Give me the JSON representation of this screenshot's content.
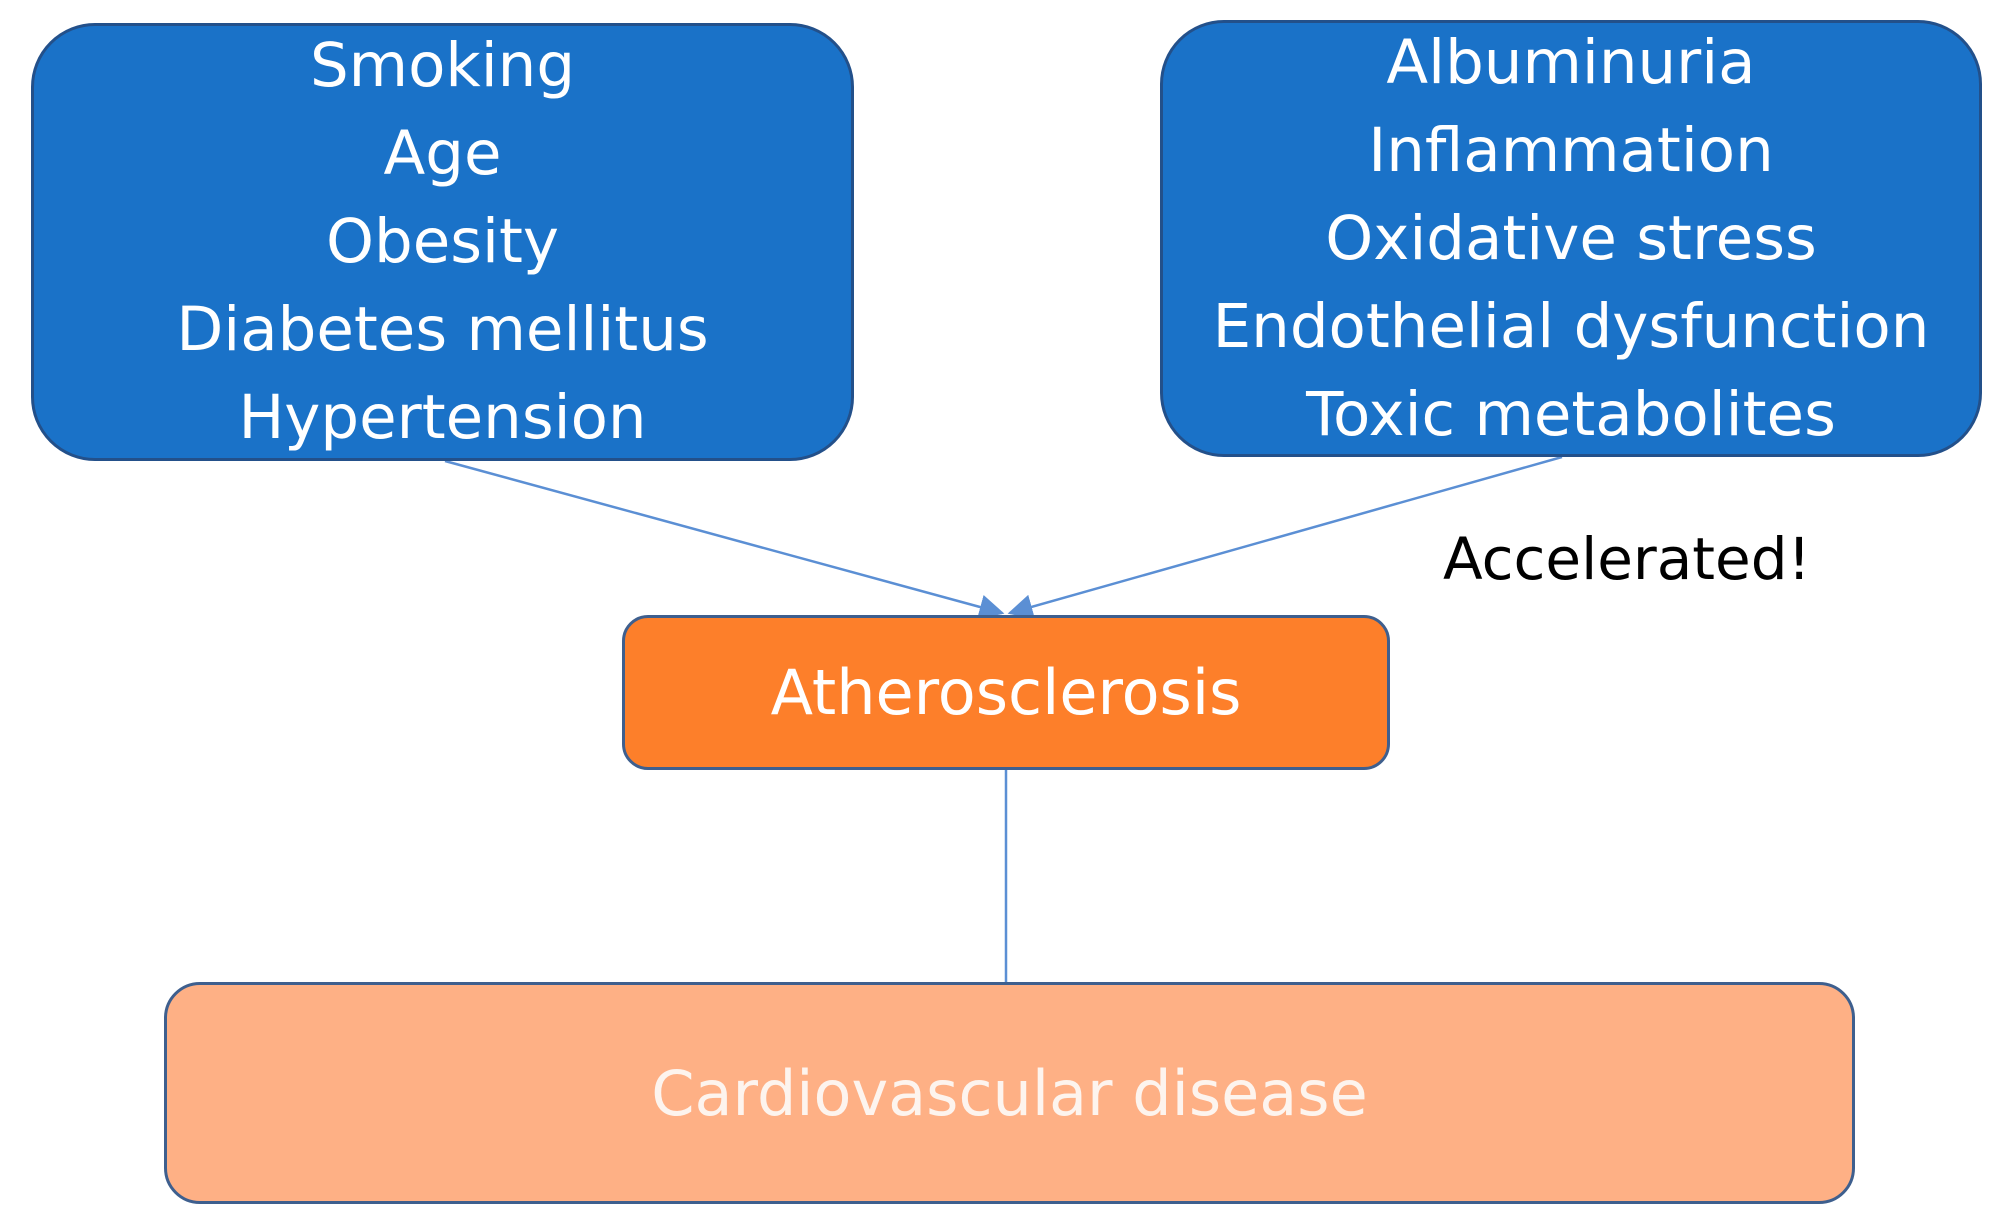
{
  "diagram": {
    "left_factors": [
      "Smoking",
      "Age",
      "Obesity",
      "Diabetes mellitus",
      "Hypertension"
    ],
    "right_factors": [
      "Albuminuria",
      "Inflammation",
      "Oxidative stress",
      "Endothelial dysfunction",
      "Toxic metabolites"
    ],
    "accelerated_note": "Accelerated!",
    "middle_node": "Atherosclerosis",
    "bottom_node": "Cardiovascular disease",
    "colors": {
      "risk_box": "#1a72c8",
      "middle_box": "#fd7f2a",
      "bottom_box": "#feb085",
      "connector": "#5b8fd4"
    }
  }
}
